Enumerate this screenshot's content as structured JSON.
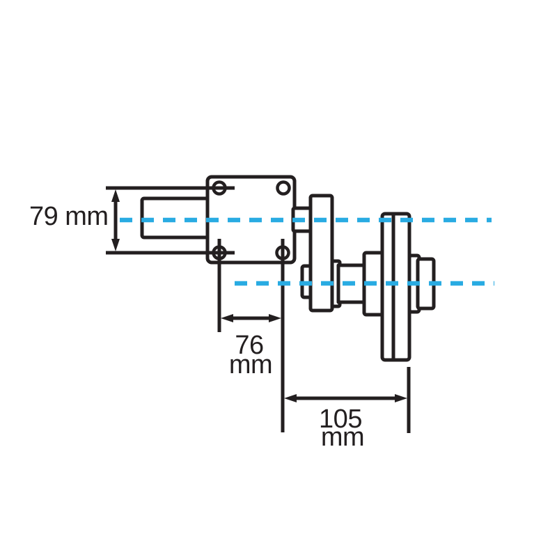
{
  "colors": {
    "outline": "#231F20",
    "centerline": "#29ABE2",
    "background": "#FFFFFF"
  },
  "dimensions": {
    "vertical": {
      "value": "79",
      "unit": "mm"
    },
    "horizontal_near": {
      "value": "76",
      "unit": "mm"
    },
    "horizontal_far": {
      "value": "105",
      "unit": "mm"
    }
  }
}
